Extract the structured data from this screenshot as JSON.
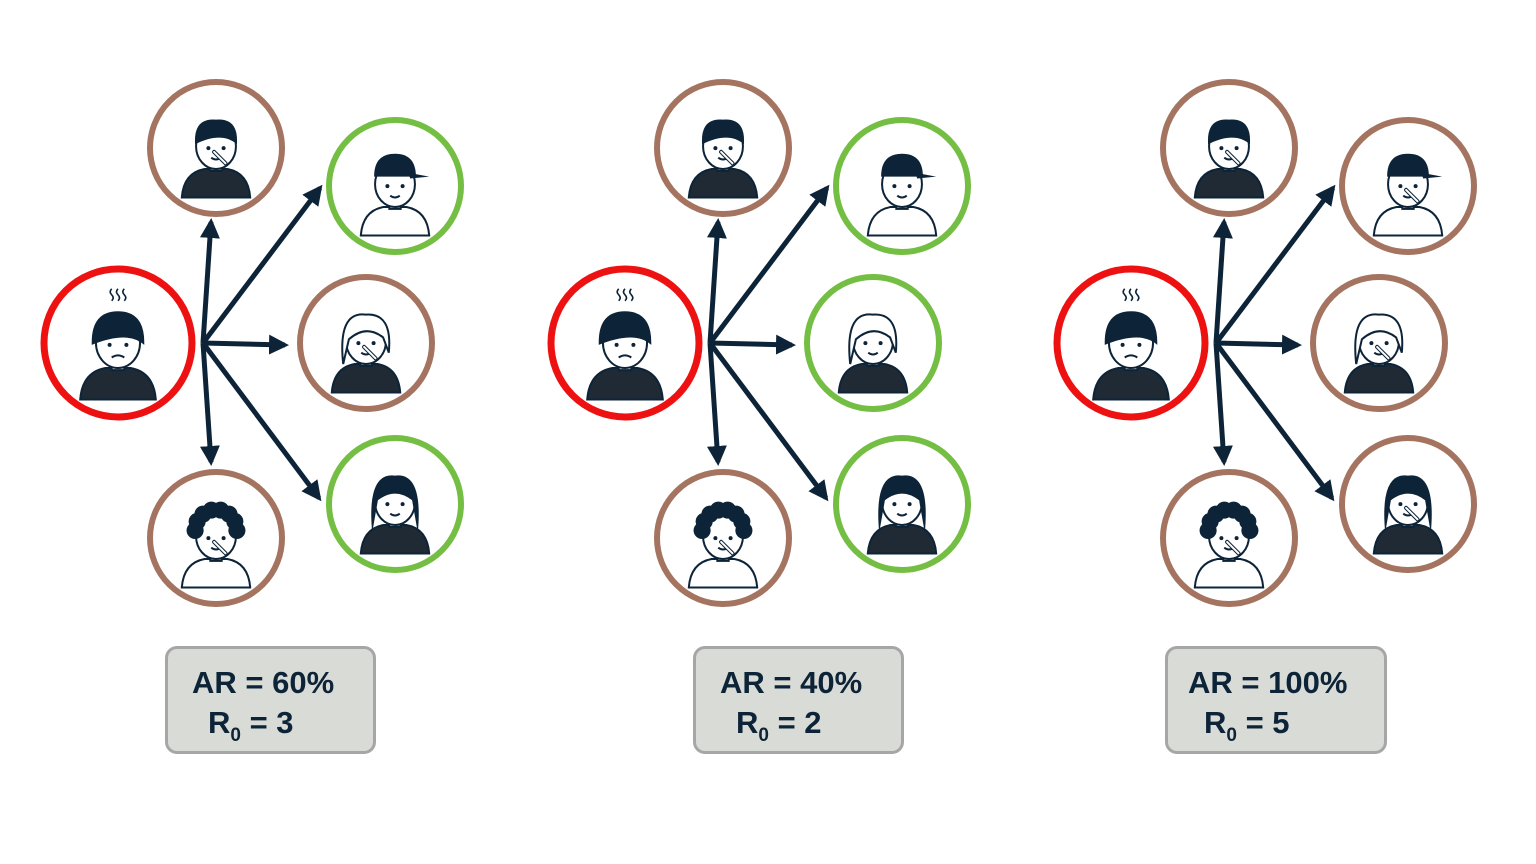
{
  "colors": {
    "infected": "#ee1111",
    "infected_contact": "#a47461",
    "uninfected_contact": "#74bf43",
    "arrow": "#0d2438",
    "box_fill": "#d9dbd6",
    "box_border": "#a6a6a6"
  },
  "scenarios": [
    {
      "ar_label": "AR = 60%",
      "r0_prefix": "R",
      "r0_subscript": "0",
      "r0_rest": " = 3",
      "contacts": [
        {
          "person": "boy-icon",
          "status": "infected"
        },
        {
          "person": "cap-boy-icon",
          "status": "uninfected"
        },
        {
          "person": "girl-icon",
          "status": "infected"
        },
        {
          "person": "long-hair-girl-icon",
          "status": "uninfected"
        },
        {
          "person": "curly-boy-icon",
          "status": "infected"
        }
      ]
    },
    {
      "ar_label": "AR = 40%",
      "r0_prefix": "R",
      "r0_subscript": "0",
      "r0_rest": " = 2",
      "contacts": [
        {
          "person": "boy-icon",
          "status": "infected"
        },
        {
          "person": "cap-boy-icon",
          "status": "uninfected"
        },
        {
          "person": "girl-icon",
          "status": "uninfected"
        },
        {
          "person": "long-hair-girl-icon",
          "status": "uninfected"
        },
        {
          "person": "curly-boy-icon",
          "status": "infected"
        }
      ]
    },
    {
      "ar_label": "AR = 100%",
      "r0_prefix": "R",
      "r0_subscript": "0",
      "r0_rest": " = 5",
      "contacts": [
        {
          "person": "boy-icon",
          "status": "infected"
        },
        {
          "person": "cap-boy-icon",
          "status": "infected"
        },
        {
          "person": "girl-icon",
          "status": "infected"
        },
        {
          "person": "long-hair-girl-icon",
          "status": "infected"
        },
        {
          "person": "curly-boy-icon",
          "status": "infected"
        }
      ]
    }
  ]
}
